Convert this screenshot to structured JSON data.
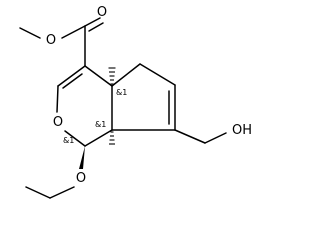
{
  "structure": {
    "atom_labels": {
      "ester_carbonyl_oxygen": "O",
      "ester_methoxy_oxygen": "O",
      "ring_oxygen": "O",
      "ethoxy_oxygen": "O",
      "hydroxyl": "OH"
    },
    "stereo_labels": {
      "c4a": "&1",
      "c7a": "&1",
      "c1": "&1"
    }
  }
}
